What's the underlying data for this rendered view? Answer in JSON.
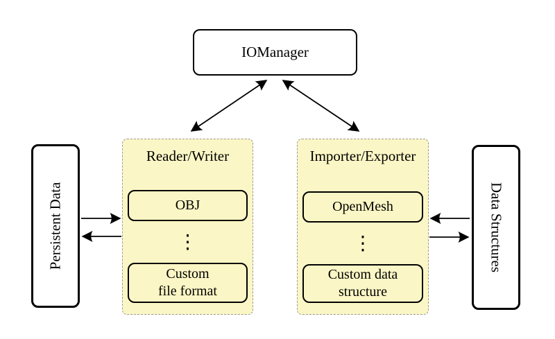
{
  "nodes": {
    "iomanager": {
      "label": "IOManager"
    },
    "persistent_data": {
      "label": "Persistent Data"
    },
    "data_structures": {
      "label": "Data Structures"
    },
    "reader_writer": {
      "label": "Reader/Writer",
      "items": [
        {
          "label": "OBJ"
        },
        {
          "dots": "⋮"
        },
        {
          "line1": "Custom",
          "line2": "file format"
        }
      ]
    },
    "importer_exporter": {
      "label": "Importer/Exporter",
      "items": [
        {
          "label": "OpenMesh"
        },
        {
          "dots": "⋮"
        },
        {
          "line1": "Custom data",
          "line2": "structure"
        }
      ]
    }
  },
  "edges": [
    {
      "from": "IOManager",
      "to": "Reader/Writer",
      "bidirectional": true
    },
    {
      "from": "IOManager",
      "to": "Importer/Exporter",
      "bidirectional": true
    },
    {
      "from": "Persistent Data",
      "to": "Reader/Writer",
      "bidirectional": false
    },
    {
      "from": "Reader/Writer",
      "to": "Persistent Data",
      "bidirectional": false
    },
    {
      "from": "Data Structures",
      "to": "Importer/Exporter",
      "bidirectional": false
    },
    {
      "from": "Importer/Exporter",
      "to": "Data Structures",
      "bidirectional": false
    }
  ],
  "colors": {
    "background": "#ffffff",
    "group_fill": "#fbf6c5",
    "group_border": "#9a9a92",
    "node_border": "#000000",
    "node_fill": "#ffffff",
    "arrow": "#000000",
    "text": "#000000"
  }
}
